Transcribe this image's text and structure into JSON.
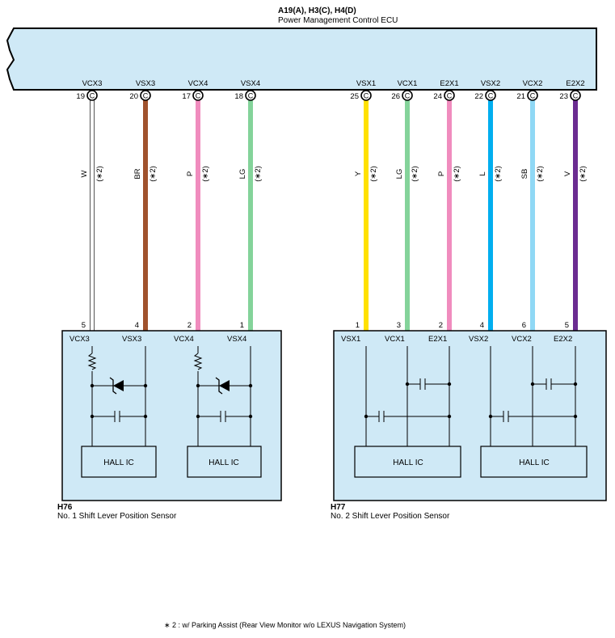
{
  "ecu": {
    "id": "A19(A), H3(C), H4(D)",
    "name": "Power Management Control ECU",
    "fill": "#cfe9f6"
  },
  "wires": [
    {
      "name": "VCX3",
      "pin": "19",
      "conn": "C",
      "color_code": "W",
      "note": "(∗2)",
      "hex": "#ffffff",
      "sensor_pin": "5"
    },
    {
      "name": "VSX3",
      "pin": "20",
      "conn": "C",
      "color_code": "BR",
      "note": "(∗2)",
      "hex": "#a0522d",
      "sensor_pin": "4"
    },
    {
      "name": "VCX4",
      "pin": "17",
      "conn": "C",
      "color_code": "P",
      "note": "(∗2)",
      "hex": "#f08cbe",
      "sensor_pin": "2"
    },
    {
      "name": "VSX4",
      "pin": "18",
      "conn": "C",
      "color_code": "LG",
      "note": "(∗2)",
      "hex": "#84d39a",
      "sensor_pin": "1"
    },
    {
      "name": "VSX1",
      "pin": "25",
      "conn": "C",
      "color_code": "Y",
      "note": "(∗2)",
      "hex": "#ffe100",
      "sensor_pin": "1"
    },
    {
      "name": "VCX1",
      "pin": "26",
      "conn": "C",
      "color_code": "LG",
      "note": "(∗2)",
      "hex": "#84d39a",
      "sensor_pin": "3"
    },
    {
      "name": "E2X1",
      "pin": "24",
      "conn": "C",
      "color_code": "P",
      "note": "(∗2)",
      "hex": "#f08cbe",
      "sensor_pin": "2"
    },
    {
      "name": "VSX2",
      "pin": "22",
      "conn": "C",
      "color_code": "L",
      "note": "(∗2)",
      "hex": "#00aeef",
      "sensor_pin": "4"
    },
    {
      "name": "VCX2",
      "pin": "21",
      "conn": "C",
      "color_code": "SB",
      "note": "(∗2)",
      "hex": "#8fd8f5",
      "sensor_pin": "6"
    },
    {
      "name": "E2X2",
      "pin": "23",
      "conn": "C",
      "color_code": "V",
      "note": "(∗2)",
      "hex": "#6b2c91",
      "sensor_pin": "5"
    }
  ],
  "sensors": [
    {
      "id": "H76",
      "name": "No.  1 Shift Lever Position Sensor",
      "pins": [
        "VCX3",
        "VSX3",
        "VCX4",
        "VSX4"
      ],
      "hall_ic": [
        "HALL IC",
        "HALL IC"
      ]
    },
    {
      "id": "H77",
      "name": "No.  2 Shift Lever Position Sensor",
      "pins": [
        "VSX1",
        "VCX1",
        "E2X1",
        "VSX2",
        "VCX2",
        "E2X2"
      ],
      "hall_ic": [
        "HALL IC",
        "HALL IC"
      ]
    }
  ],
  "footnote": "∗ 2 : w/ Parking Assist (Rear View Monitor w/o LEXUS Navigation System)"
}
